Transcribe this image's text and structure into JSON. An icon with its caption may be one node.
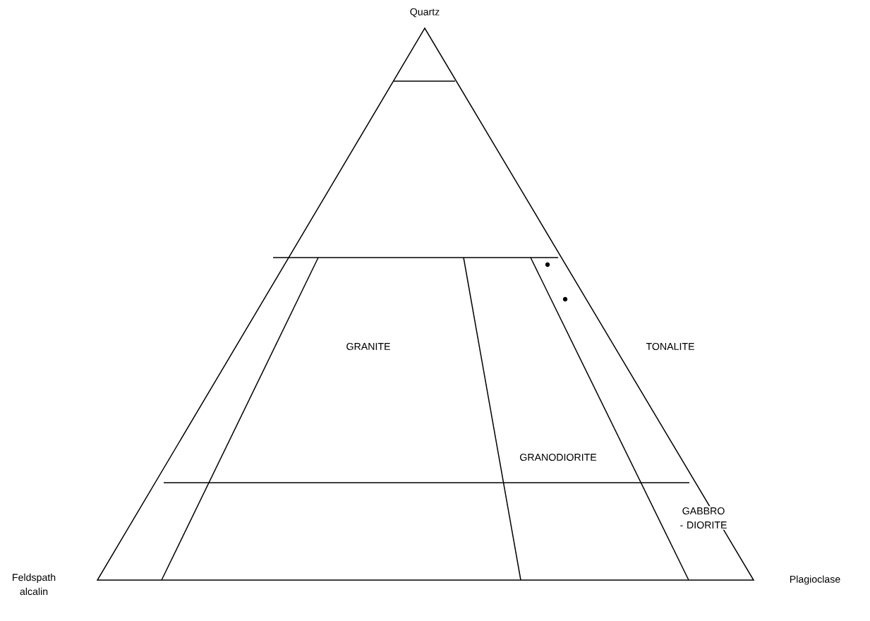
{
  "diagram": {
    "labels": [
      "Quartz",
      "GRANITE",
      "TONALITE",
      "GRANODIORITE",
      "GABBRO - DIORITE",
      "Feldspath alcalin",
      "Plagioclase"
    ]
  }
}
